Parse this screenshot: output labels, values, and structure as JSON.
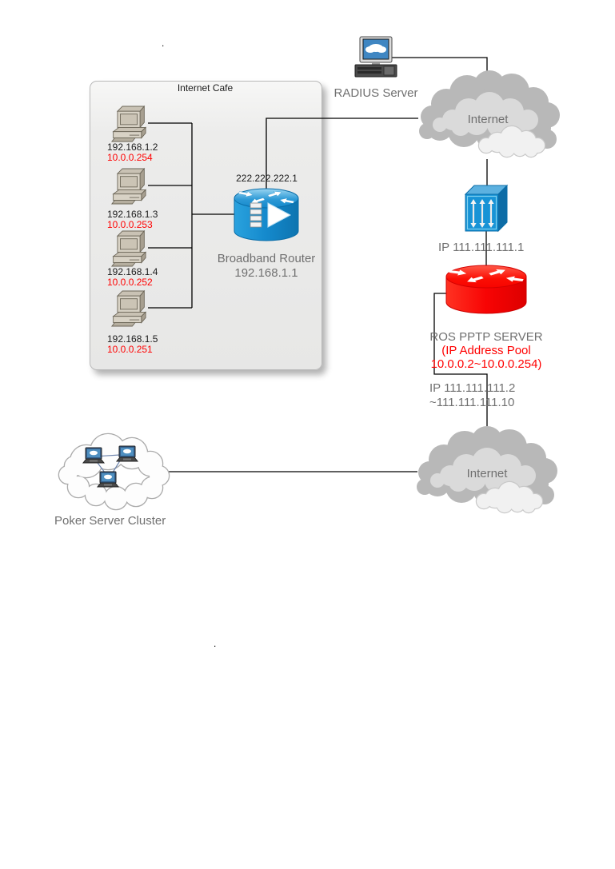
{
  "page": {
    "stray_dots": [
      ".",
      "."
    ]
  },
  "colors": {
    "device_blue": "#1489cc",
    "device_red": "#fb0505",
    "label_gray": "#707070",
    "label_red": "#ff0000",
    "label_black": "#1a1a1a",
    "line_black": "#000000",
    "panel_gray": "#ebebeb",
    "cloud_back_gray": "#b8b8b8",
    "cloud_mid_gray": "#dadada",
    "cloud_front_gray": "#f1f1f1"
  },
  "cafe": {
    "title": "Internet Cafe",
    "pcs": [
      {
        "ip": "192.168.1.2",
        "vpn_ip": "10.0.0.254"
      },
      {
        "ip": "192.168.1.3",
        "vpn_ip": "10.0.0.253"
      },
      {
        "ip": "192.168.1.4",
        "vpn_ip": "10.0.0.252"
      },
      {
        "ip": "192.168.1.5",
        "vpn_ip": "10.0.0.251"
      }
    ]
  },
  "broadband_router": {
    "wan_ip": "222.222.222.1",
    "label": "Broadband Router",
    "lan_ip": "192.168.1.1"
  },
  "radius_server": {
    "label": "RADIUS Server"
  },
  "internet_top": {
    "label": "Internet"
  },
  "switch": {
    "ip_label": "IP 111.111.111.1"
  },
  "pptp_server": {
    "title": "ROS PPTP SERVER",
    "pool_line1": "(IP Address Pool",
    "pool_line2": "10.0.0.2~10.0.0.254)",
    "ip_line1": "IP 111.111.111.2",
    "ip_line2": "~111.111.111.10"
  },
  "internet_bottom": {
    "label": "Internet"
  },
  "poker_cluster": {
    "label": "Poker Server Cluster"
  },
  "icons": {
    "cafe-pc-icon": "beige desktop computer",
    "radius-server-icon": "desktop computer with cloud on screen",
    "broadband-router-icon": "blue cylinder router with crossing arrows",
    "switch-icon": "blue cube with three vertical double arrows",
    "pptp-router-icon": "red cylinder router with crossing arrows",
    "internet-cloud-icon": "gray layered cloud",
    "poker-cloud-icon": "white cloud with three networked laptops"
  }
}
